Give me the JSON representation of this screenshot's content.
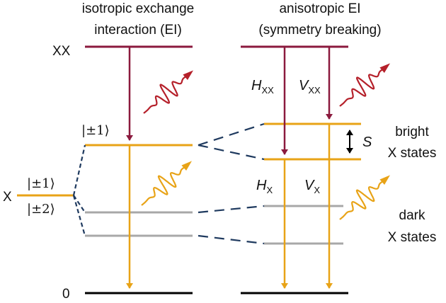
{
  "left_title_line1": "isotropic exchange",
  "left_title_line2": "interaction (EI)",
  "right_title_line1": "anisotropic EI",
  "right_title_line2": "(symmetry breaking)",
  "label_xx": "XX",
  "label_x": "X",
  "label_zero": "0",
  "ket_pm1_top": "|±1⟩",
  "ket_pm1_side": "|±1⟩",
  "ket_pm2_side": "|±2⟩",
  "h_letter": "H",
  "v_letter": "V",
  "sub_xx": "XX",
  "sub_x": "X",
  "splitting": "S",
  "bright_line1": "bright",
  "bright_line2": "X states",
  "dark_line1": "dark",
  "dark_line2": "X states",
  "colors": {
    "xx_level": "#8b1a3e",
    "bright_level": "#e8a317",
    "dark_level": "#a8a8a8",
    "ground_level": "#000000",
    "dashes": "#1f3a5f",
    "xx_photon": "#b5202a",
    "x_photon": "#e8a317"
  }
}
